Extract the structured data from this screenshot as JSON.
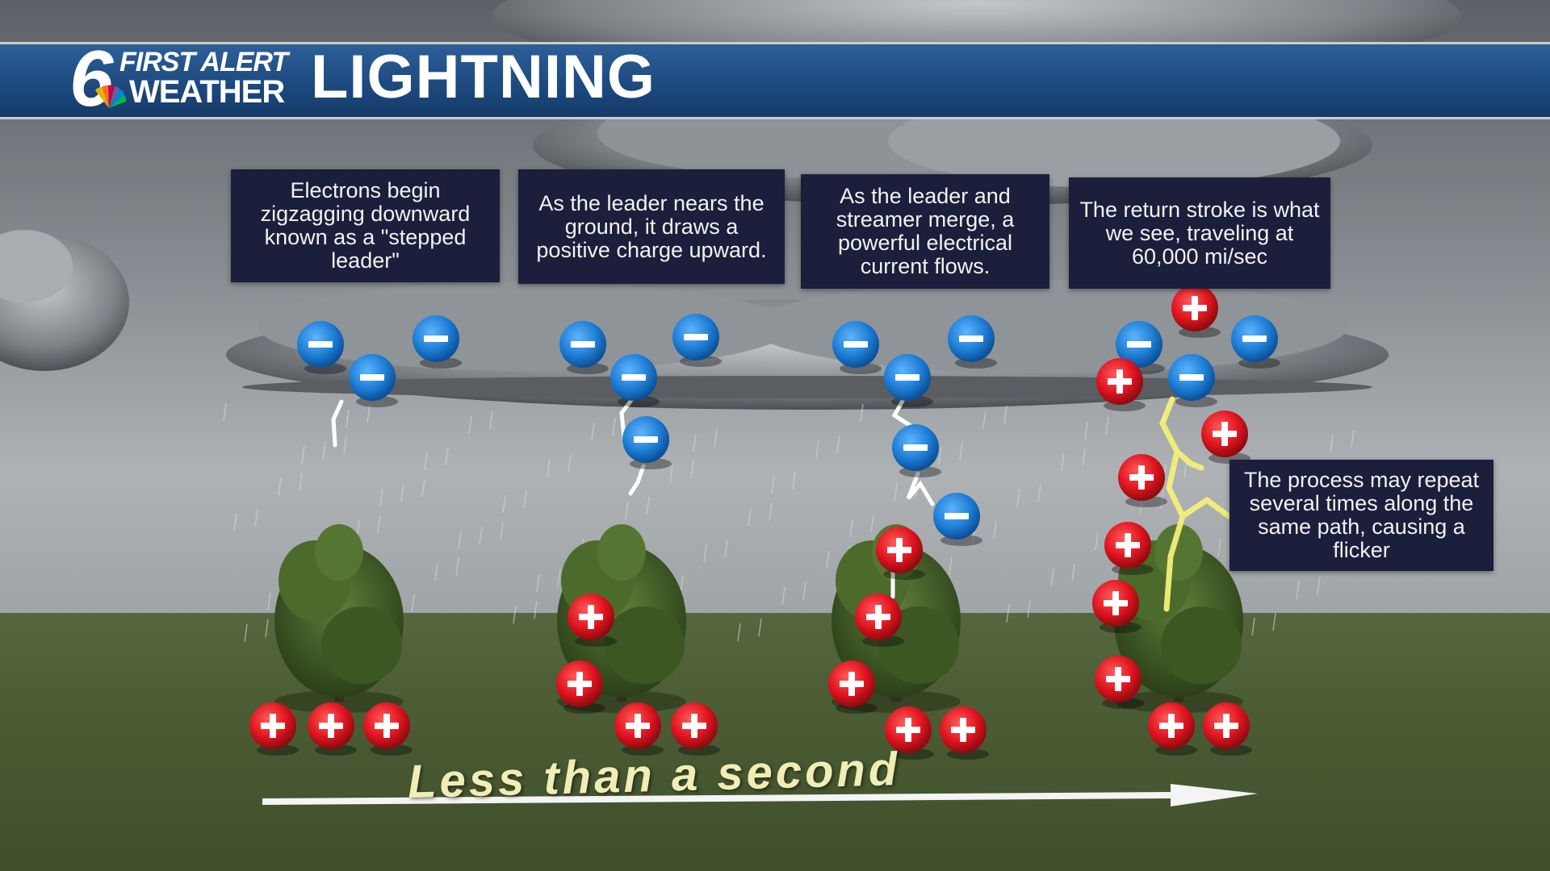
{
  "header": {
    "logo_number": "6",
    "logo_line1": "FIRST ALERT",
    "logo_line2": "WEATHER",
    "title": "LIGHTNING"
  },
  "captions": [
    {
      "text": "Electrons begin zigzagging downward known as a \"stepped leader\""
    },
    {
      "text": "As the leader nears the ground, it draws a positive charge upward."
    },
    {
      "text": "As the leader and streamer merge, a powerful electrical current flows."
    },
    {
      "text": "The return stroke is what we see, traveling at 60,000 mi/sec"
    },
    {
      "text": "The process may repeat several times along the same path, causing a flicker"
    }
  ],
  "timeline": {
    "label": "Less than a second"
  },
  "colors": {
    "negative_charge": "#1f7fd6",
    "positive_charge": "#e01520",
    "leader": "#ffffff",
    "return_stroke": "#f3f07a",
    "caption_bg": "#1b1f3b",
    "header_band": "#1d4a80"
  },
  "icons": {
    "negative": "minus-charge-icon",
    "positive": "plus-charge-icon",
    "tree": "tree-icon",
    "cloud": "cloud-icon"
  }
}
